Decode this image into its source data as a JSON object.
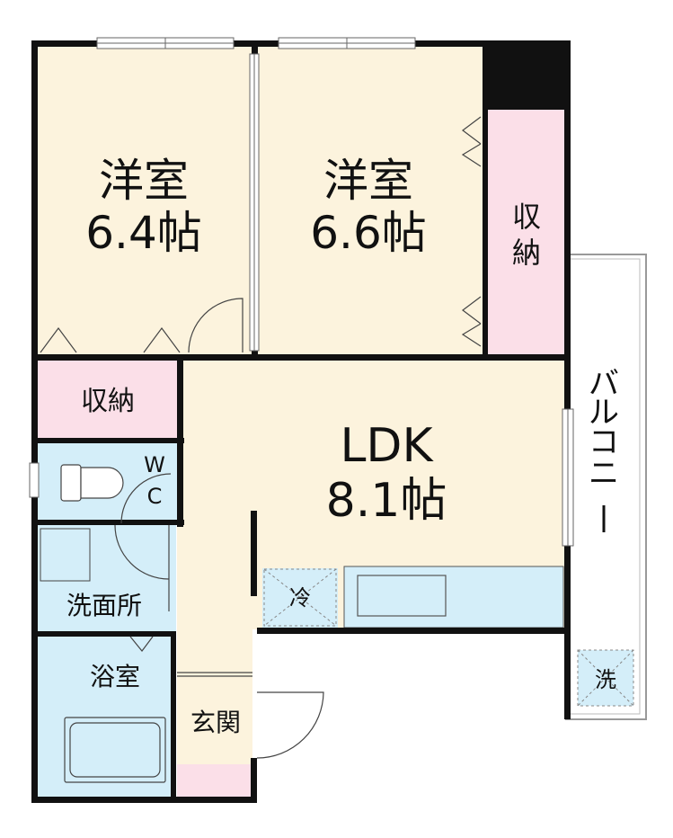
{
  "rooms": {
    "western_left": {
      "name": "洋室",
      "size": "6.4帖"
    },
    "western_right": {
      "name": "洋室",
      "size": "6.6帖"
    },
    "ldk": {
      "name": "LDK",
      "size": "8.1帖"
    }
  },
  "labels": {
    "storage_right": [
      "収",
      "納"
    ],
    "storage_left": "収納",
    "wc": [
      "W",
      "C"
    ],
    "washroom": "洗面所",
    "bathroom": "浴室",
    "entrance": "玄関",
    "balcony": [
      "バ",
      "ル",
      "コ",
      "ニ",
      "ー"
    ],
    "fridge": "冷",
    "washer": "洗"
  },
  "colors": {
    "room_floor": "#fcf3dd",
    "storage": "#fbdfe8",
    "wet_area": "#d4eef9",
    "wall": "#111111"
  }
}
